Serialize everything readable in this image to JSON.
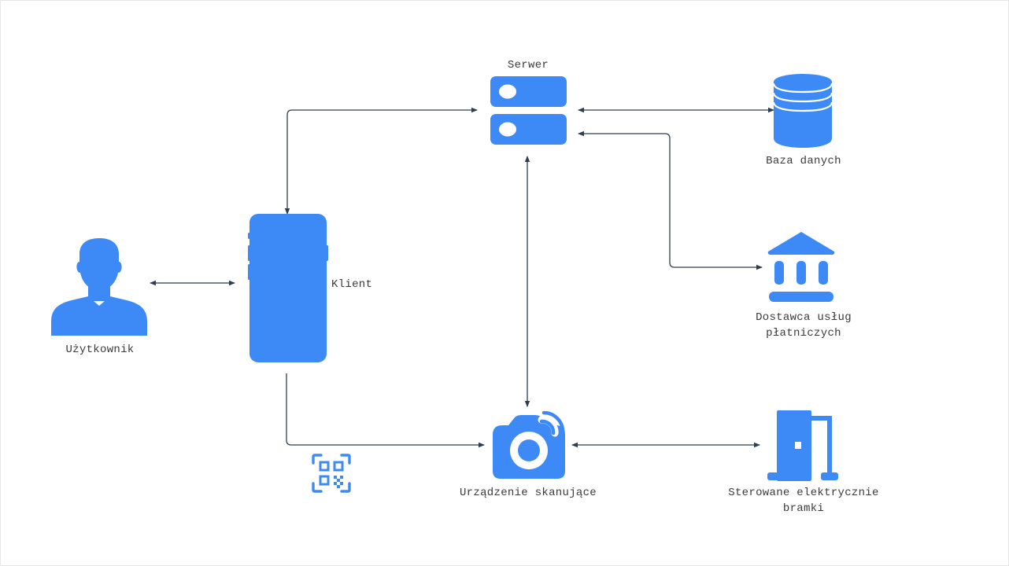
{
  "diagram": {
    "nodes": {
      "user": {
        "label": "Użytkownik",
        "icon": "person-icon"
      },
      "client": {
        "label": "Klient",
        "icon": "smartphone-icon"
      },
      "server": {
        "label": "Serwer",
        "icon": "server-icon"
      },
      "database": {
        "label": "Baza danych",
        "icon": "database-icon"
      },
      "payment": {
        "label_line1": "Dostawca usług",
        "label_line2": "płatniczych",
        "icon": "bank-icon"
      },
      "scanner": {
        "label": "Urządzenie skanujące",
        "icon": "camera-icon"
      },
      "gates": {
        "label_line1": "Sterowane elektrycznie",
        "label_line2": "bramki",
        "icon": "door-icon"
      },
      "qr": {
        "icon": "qr-code-icon"
      }
    },
    "colors": {
      "icon": "#3d8af7",
      "line": "#2e3e4e",
      "text": "#3a3a3a"
    }
  }
}
